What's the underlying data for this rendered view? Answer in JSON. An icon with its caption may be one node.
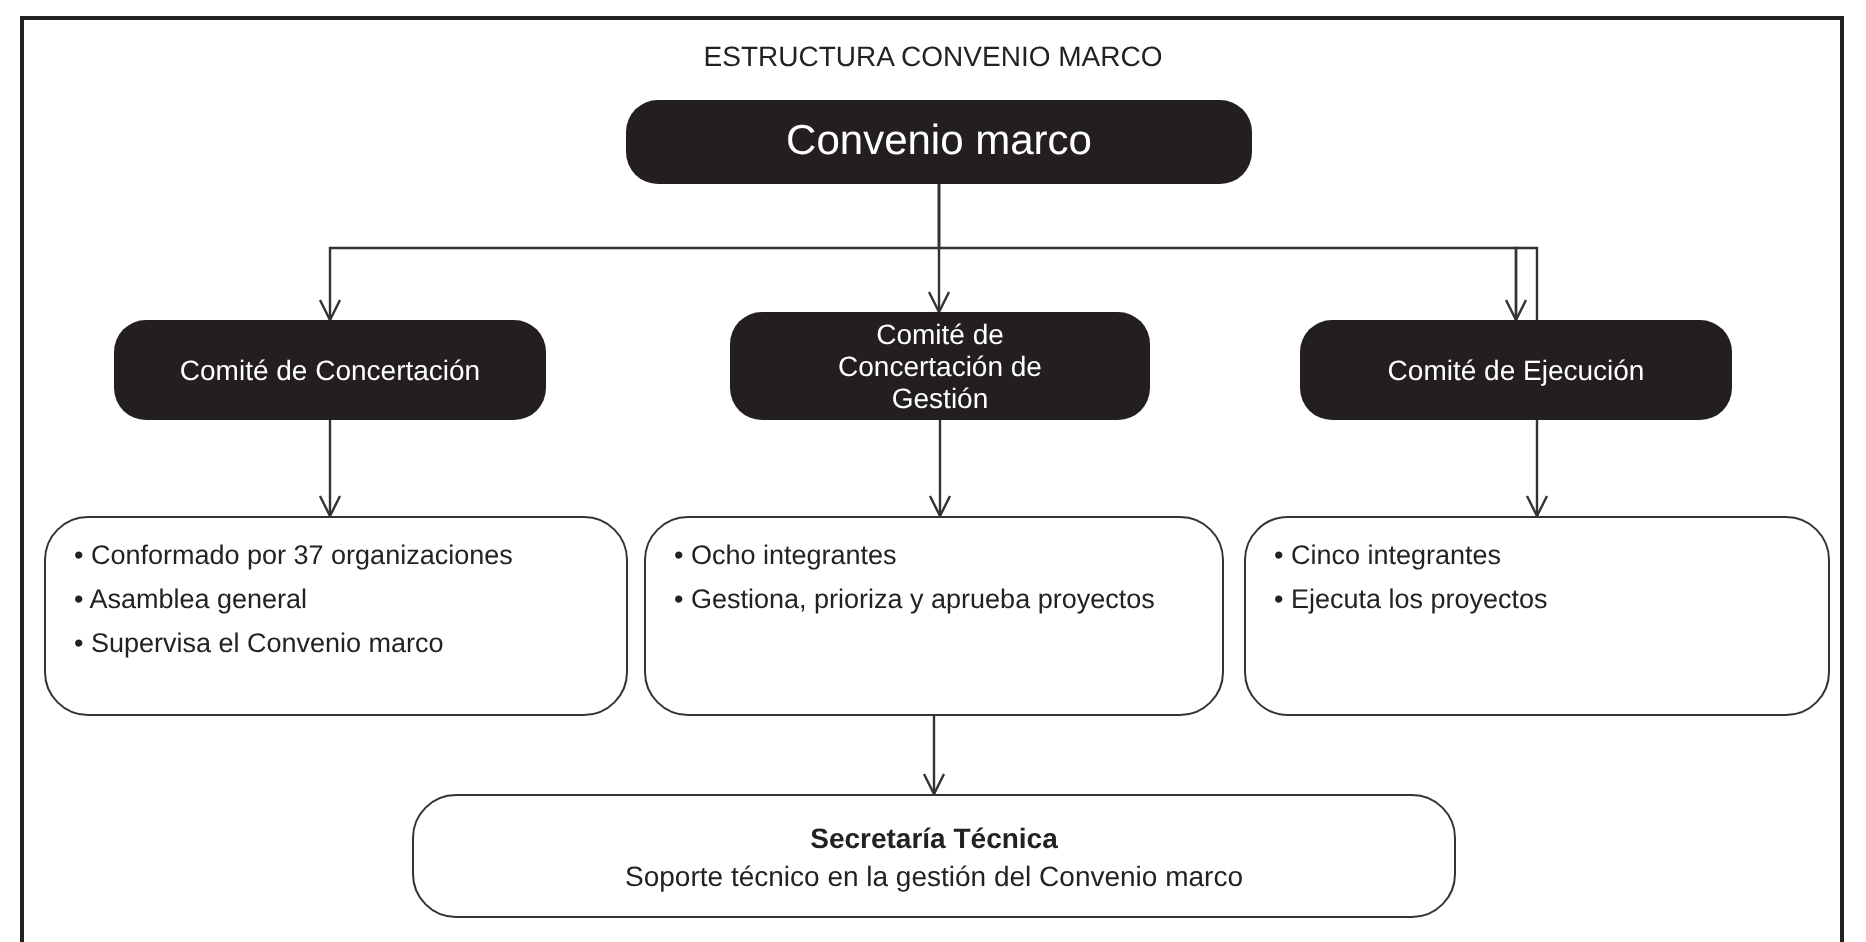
{
  "diagram": {
    "title": "ESTRUCTURA CONVENIO MARCO",
    "nodes": [
      {
        "text": [
          "Convenio marco"
        ]
      },
      {
        "text": [
          "Comité de Concertación"
        ]
      },
      {
        "text": [
          "Comité de Concertación de Gestión"
        ]
      },
      {
        "text": [
          "Comité de Ejecución"
        ]
      },
      {
        "text": [
          "• Conformado por 37 organizaciones",
          "• Asamblea general",
          "• Supervisa el Convenio marco"
        ]
      },
      {
        "text": [
          "• Ocho integrantes",
          "• Gestiona, prioriza y aprueba proyectos"
        ]
      },
      {
        "text": [
          "• Cinco integrantes",
          "• Ejecuta los proyectos"
        ]
      },
      {
        "text": [
          "Secretaría Técnica",
          "Soporte técnico en la gestión del Convenio marco"
        ]
      }
    ],
    "edges": [
      {
        "from": 0,
        "to": 1,
        "arrow": "to"
      },
      {
        "from": 0,
        "to": 2,
        "arrow": "to"
      },
      {
        "from": 0,
        "to": 3,
        "arrow": "to"
      },
      {
        "from": 1,
        "to": 4,
        "arrow": "to"
      },
      {
        "from": 2,
        "to": 5,
        "arrow": "to"
      },
      {
        "from": 3,
        "to": 6,
        "arrow": "to"
      },
      {
        "from": 5,
        "to": 7,
        "arrow": "to"
      }
    ]
  }
}
